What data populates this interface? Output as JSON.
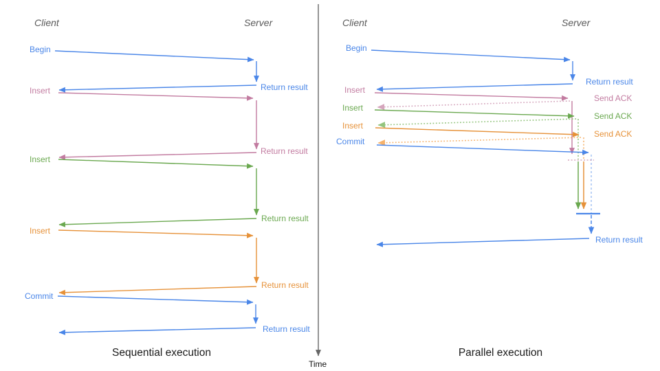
{
  "palette": {
    "blue": "#4a86e8",
    "pink": "#c27ba0",
    "green": "#6aa84f",
    "orange": "#e69138",
    "lblue": "#a4c2f4",
    "lpink": "#d5a6bd",
    "lgreen": "#93c47d",
    "lorange": "#f6b26b",
    "axis": "#666666",
    "header": "#595959",
    "caption": "#1a1a1a"
  },
  "left_panel": {
    "client_header": "Client",
    "server_header": "Server",
    "caption": "Sequential execution",
    "messages": [
      {
        "label": "Begin",
        "color": "blue",
        "return_label": "Return result"
      },
      {
        "label": "Insert",
        "color": "pink",
        "return_label": "Return result"
      },
      {
        "label": "Insert",
        "color": "green",
        "return_label": "Return result"
      },
      {
        "label": "Insert",
        "color": "orange",
        "return_label": "Return result"
      },
      {
        "label": "Commit",
        "color": "blue",
        "return_label": "Return result"
      }
    ]
  },
  "right_panel": {
    "client_header": "Client",
    "server_header": "Server",
    "caption": "Parallel execution",
    "messages": [
      {
        "label": "Begin",
        "color": "blue",
        "response_label": "Return result"
      },
      {
        "label": "Insert",
        "color": "pink",
        "response_label": "Send ACK"
      },
      {
        "label": "Insert",
        "color": "green",
        "response_label": "Send ACK"
      },
      {
        "label": "Insert",
        "color": "orange",
        "response_label": "Send ACK"
      },
      {
        "label": "Commit",
        "color": "blue",
        "response_label": "Return result"
      }
    ]
  },
  "time_axis": {
    "label": "Time"
  }
}
